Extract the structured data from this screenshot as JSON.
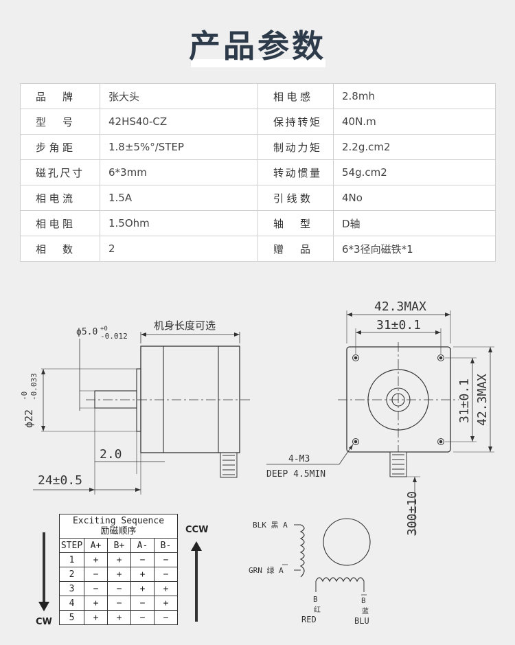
{
  "title": "产品参数",
  "specs": [
    {
      "l_label": "品牌",
      "l_value": "张大头",
      "r_label": "相电感",
      "r_value": "2.8mh"
    },
    {
      "l_label": "型号",
      "l_value": "42HS40-CZ",
      "r_label": "保持转矩",
      "r_value": "40N.m"
    },
    {
      "l_label": "步角距",
      "l_value": "1.8±5%°/STEP",
      "r_label": "制动力矩",
      "r_value": "2.2g.cm2"
    },
    {
      "l_label": "磁孔尺寸",
      "l_value": "6*3mm",
      "r_label": "转动惯量",
      "r_value": "54g.cm2"
    },
    {
      "l_label": "相电流",
      "l_value": "1.5A",
      "r_label": "引线数",
      "r_value": "4No"
    },
    {
      "l_label": "相电阻",
      "l_value": "1.5Ohm",
      "r_label": "轴型",
      "r_value": "D轴"
    },
    {
      "l_label": "相数",
      "l_value": "2",
      "r_label": "赠品",
      "r_value": "6*3径向磁铁*1"
    }
  ],
  "drawing": {
    "side_length_note": "机身长度可选",
    "shaft_dia": "ϕ5.0",
    "shaft_dia_tol_upper": "+0",
    "shaft_dia_tol_lower": "-0.012",
    "boss_dia": "ϕ22",
    "boss_dia_tol_upper": "-0",
    "boss_dia_tol_lower": "-0.033",
    "boss_depth": "2.0",
    "shaft_length": "24±0.5",
    "front_width_max": "42.3MAX",
    "front_hole_spacing": "31±0.1",
    "front_height_hole": "31±0.1",
    "front_height_max": "42.3MAX",
    "thread": "4-M3",
    "thread_depth": "DEEP 4.5MIN",
    "lead_length": "300±10"
  },
  "sequence": {
    "title": "Exciting Sequence",
    "subtitle": "励磁顺序",
    "headers": [
      "STEP",
      "A+",
      "B+",
      "A-",
      "B-"
    ],
    "rows": [
      [
        "1",
        "+",
        "+",
        "−",
        "−"
      ],
      [
        "2",
        "−",
        "+",
        "+",
        "−"
      ],
      [
        "3",
        "−",
        "−",
        "+",
        "+"
      ],
      [
        "4",
        "+",
        "−",
        "−",
        "+"
      ],
      [
        "5",
        "+",
        "+",
        "−",
        "−"
      ]
    ],
    "ccw": "CCW",
    "cw": "CW"
  },
  "wiring": {
    "blk": "BLK 黑 A",
    "grn": "GRN 绿 A",
    "b_left": "B",
    "b_left_cn": "红",
    "b_left_en": "RED",
    "b_right": "B",
    "b_right_cn": "蓝",
    "b_right_en": "BLU"
  }
}
